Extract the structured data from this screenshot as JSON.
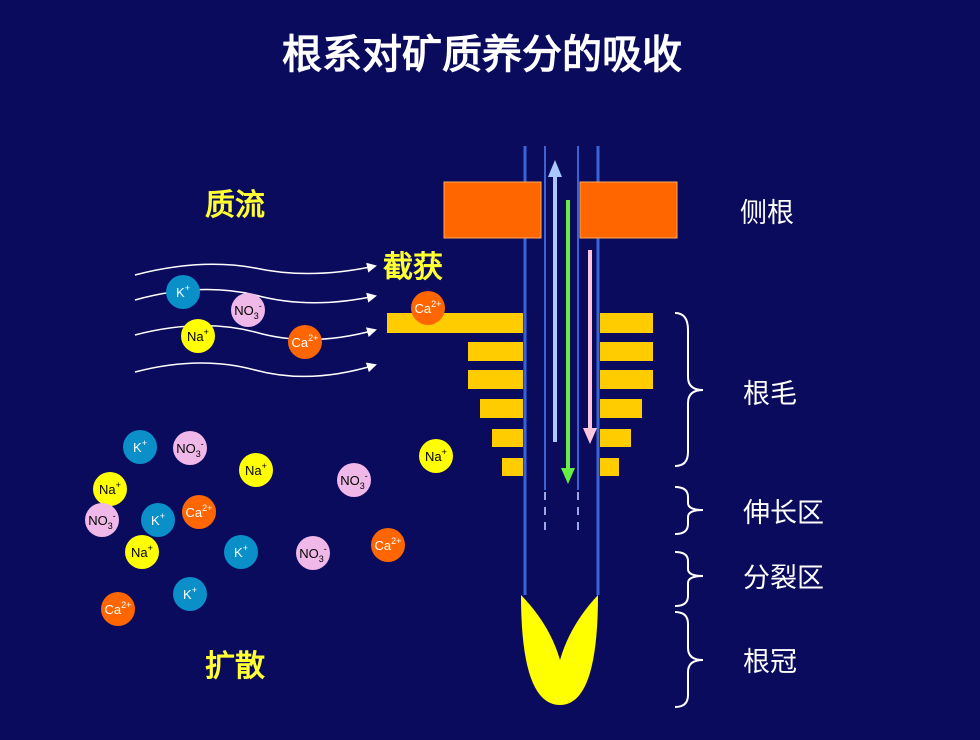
{
  "title": "根系对矿质养分的吸收",
  "labels": {
    "mass_flow": "质流",
    "interception": "截获",
    "diffusion": "扩散",
    "lateral_root": "侧根",
    "root_hair": "根毛",
    "elongation_zone": "伸长区",
    "meristem_zone": "分裂区",
    "root_cap": "根冠"
  },
  "ions": {
    "K": {
      "base": "K",
      "sup": "+",
      "color": "#0a8fc8",
      "text_color": "#ffffff"
    },
    "Na": {
      "base": "Na",
      "sup": "+",
      "color": "#ffff00",
      "text_color": "#000000"
    },
    "NO3": {
      "base": "NO",
      "sub": "3",
      "sup": "-",
      "color": "#f0b8e8",
      "text_color": "#000000"
    },
    "Ca": {
      "base": "Ca",
      "sup": "2+",
      "color": "#ff6600",
      "text_color": "#ffffff"
    }
  },
  "colors": {
    "background": "#0b0b5e",
    "lateral_root_fill": "#ff6600",
    "root_hair_fill": "#ffcc00",
    "root_cap_fill": "#ffff00",
    "root_edge": "#3a63d6",
    "arrow_up": "#a9c8ff",
    "arrow_green": "#66ee44",
    "arrow_pink": "#ffc6e0",
    "label_yellow": "#ffff33",
    "label_white": "#ffffff"
  }
}
